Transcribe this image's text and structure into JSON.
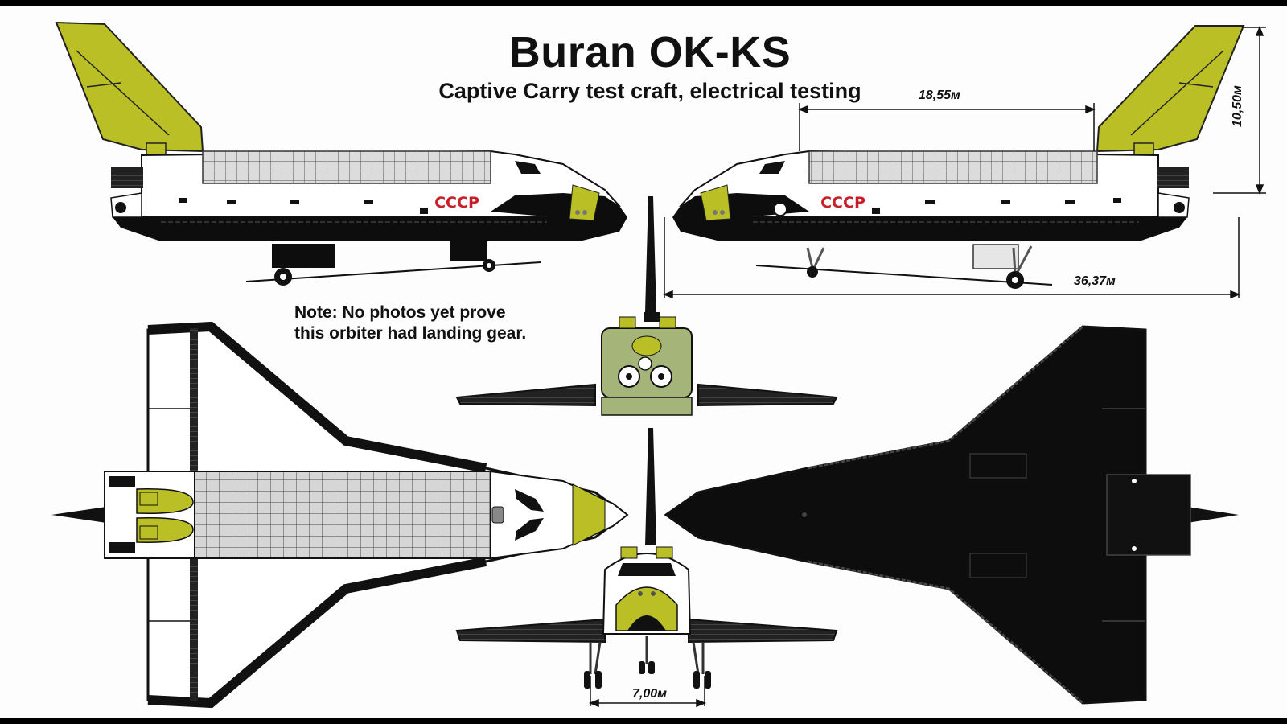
{
  "header": {
    "title": "Buran OK-KS",
    "subtitle": "Captive Carry test craft, electrical testing"
  },
  "note": {
    "line1": "Note: No photos yet prove",
    "line2": "this orbiter had landing gear."
  },
  "dimensions": {
    "payload_bay_length": "18,55м",
    "overall_length": "36,37м",
    "height": "10,50м",
    "gear_track": "7,00м"
  },
  "markings": {
    "side_insignia": "СССР"
  },
  "colors": {
    "accent_yellow": "#b9bf25",
    "hull_black": "#0d0d0d",
    "hull_white": "#ffffff",
    "tile_grey": "#d8d8d8",
    "insignia_red": "#c8202a",
    "rear_green": "#a5b57a"
  }
}
